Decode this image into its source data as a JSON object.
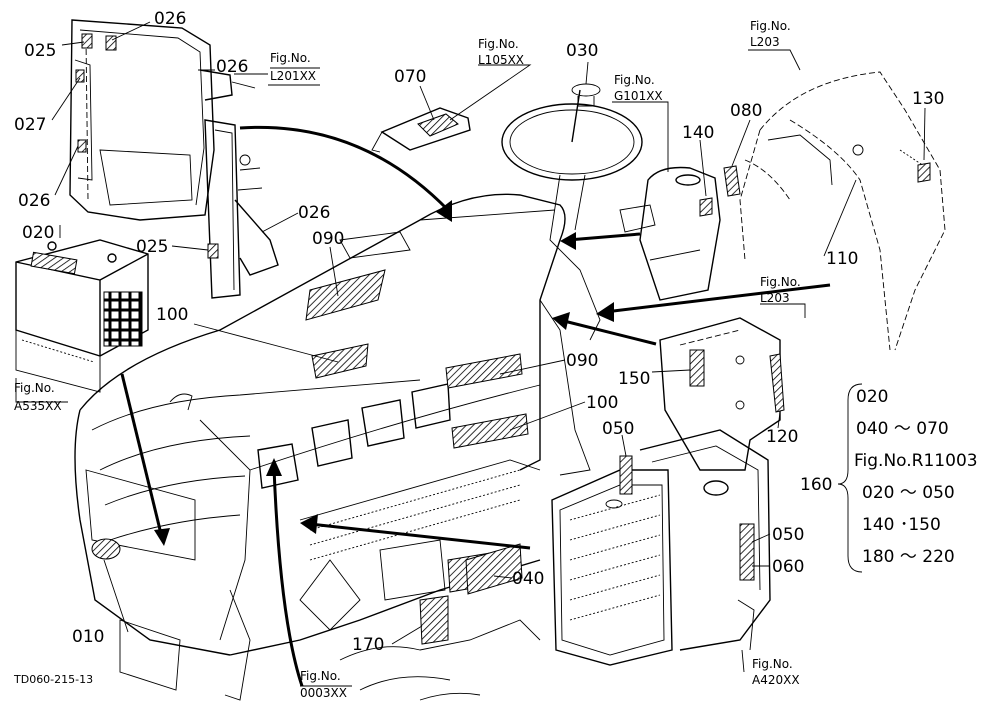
{
  "drawing_code": "TD060-215-13",
  "parts": {
    "p010": "010",
    "p020": "020",
    "p025a": "025",
    "p025b": "025",
    "p026a": "026",
    "p026b": "026",
    "p026c": "026",
    "p026d": "026",
    "p027": "027",
    "p030": "030",
    "p040": "040",
    "p050a": "050",
    "p050b": "050",
    "p060": "060",
    "p070": "070",
    "p080": "080",
    "p090a": "090",
    "p090b": "090",
    "p100a": "100",
    "p100b": "100",
    "p110": "110",
    "p120": "120",
    "p130": "130",
    "p140": "140",
    "p150": "150",
    "p160": "160",
    "p170": "170"
  },
  "figure_refs": [
    {
      "prefix": "Fig.No.",
      "code": "L201XX"
    },
    {
      "prefix": "Fig.No.",
      "code": "L105XX"
    },
    {
      "prefix": "Fig.No.",
      "code": "G101XX"
    },
    {
      "prefix": "Fig.No.",
      "code": "L203"
    },
    {
      "prefix": "Fig.No.",
      "code": "L203"
    },
    {
      "prefix": "Fig.No.",
      "code": "A535XX"
    },
    {
      "prefix": "Fig.No.",
      "code": "0003XX"
    },
    {
      "prefix": "Fig.No.",
      "code": "A420XX"
    }
  ],
  "group_160": [
    "020",
    "040 ～ 070",
    "Fig.No.R11003",
    "020 ～ 050",
    "140 ･150",
    "180 ～ 220"
  ]
}
